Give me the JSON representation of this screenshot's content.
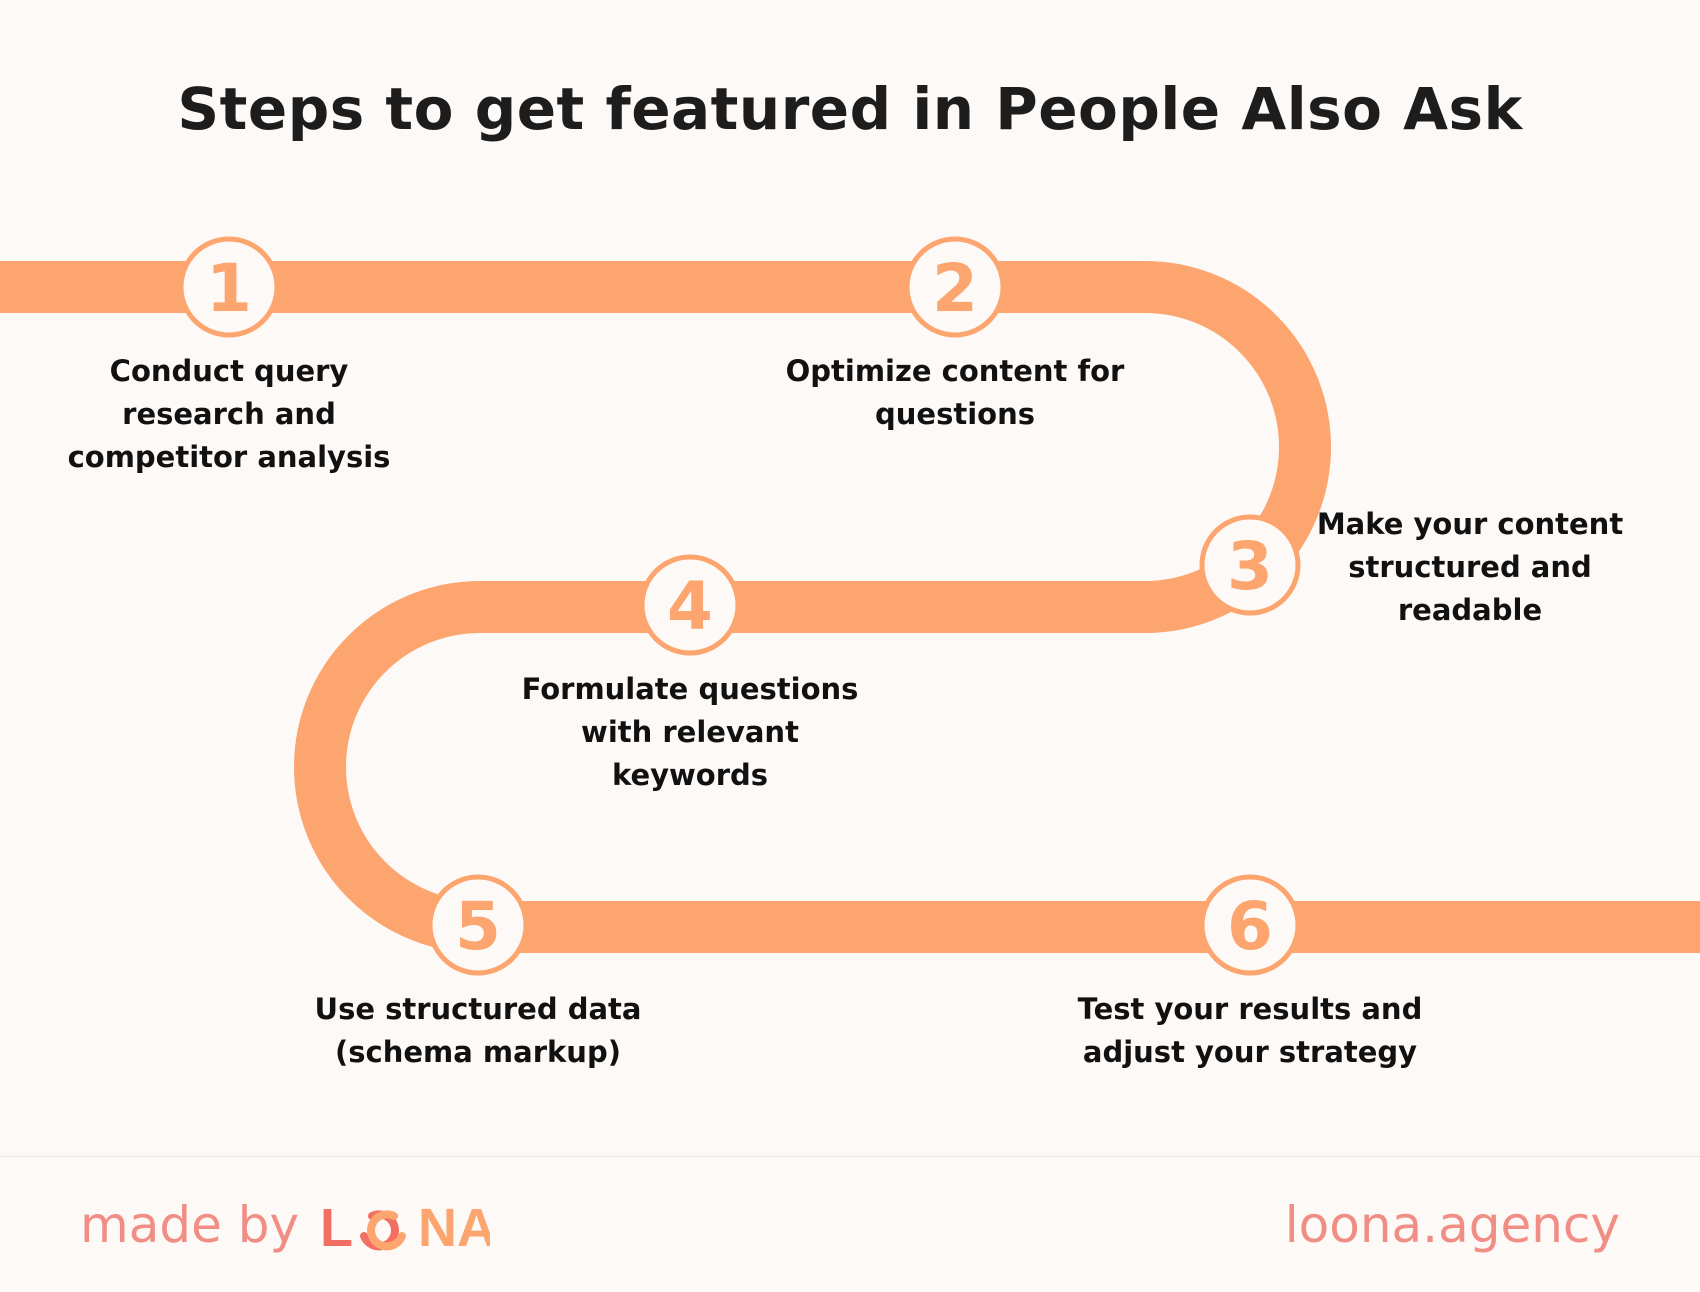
{
  "title": "Steps to get featured in People Also Ask",
  "colors": {
    "road": "#fca56f",
    "circle_fill": "#fdf9f6",
    "number": "#fca56f",
    "footer": "#f08e86"
  },
  "steps": [
    {
      "number": "1",
      "label_lines": [
        "Conduct query",
        "research and",
        "competitor analysis"
      ]
    },
    {
      "number": "2",
      "label_lines": [
        "Optimize content for",
        "questions"
      ]
    },
    {
      "number": "3",
      "label_lines": [
        "Make your content",
        "structured and",
        "readable"
      ]
    },
    {
      "number": "4",
      "label_lines": [
        "Formulate questions",
        "with relevant",
        "keywords"
      ]
    },
    {
      "number": "5",
      "label_lines": [
        "Use structured data",
        "(schema markup)"
      ]
    },
    {
      "number": "6",
      "label_lines": [
        "Test your results and",
        "adjust your strategy"
      ]
    }
  ],
  "footer": {
    "made_by": "made by",
    "logo_text": "LOONA",
    "website": "loona.agency"
  }
}
